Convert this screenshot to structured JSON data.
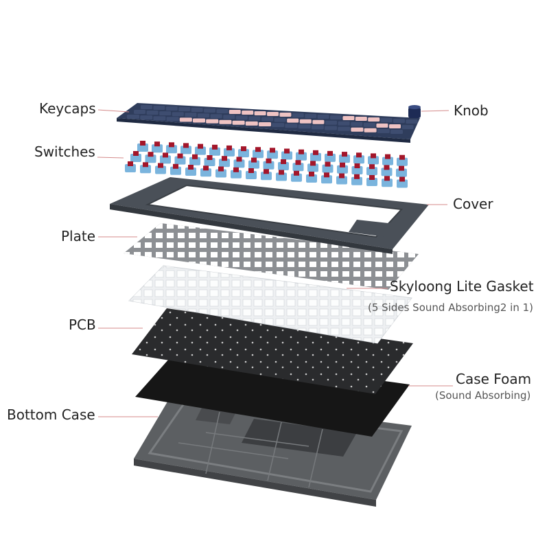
{
  "labels": {
    "keycaps": "Keycaps",
    "knob": "Knob",
    "switches": "Switches",
    "cover": "Cover",
    "plate": "Plate",
    "gasket": "Skyloong Lite Gasket",
    "gasket_sub": "(5 Sides Sound Absorbing2 in 1)",
    "pcb": "PCB",
    "case_foam": "Case Foam",
    "case_foam_sub": "(Sound Absorbing)",
    "bottom_case": "Bottom Case"
  },
  "colors": {
    "leader_line": "#d48a8a",
    "keycap_navy": "#2f3d5c",
    "keycap_pink": "#efc3c3",
    "switch_blue": "#7ab4dd",
    "switch_red": "#a3162a",
    "cover": "#4a5058",
    "plate": "#8c8f93",
    "gasket": "#eef0f2",
    "pcb": "#2a2b2d",
    "foam": "#161616",
    "bottom_case": "#5c5f62"
  }
}
